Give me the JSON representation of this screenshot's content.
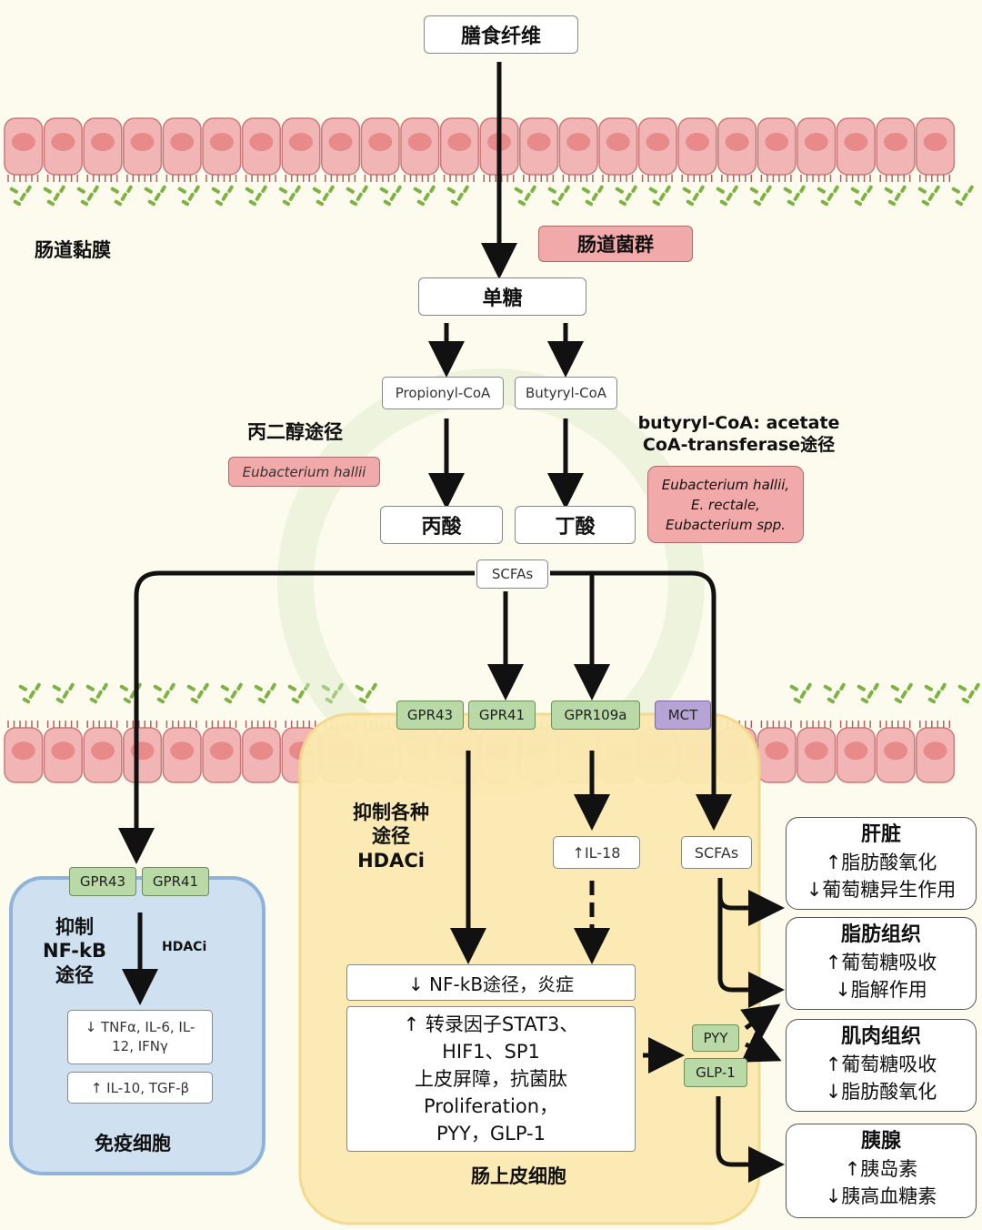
{
  "top": "膳食纤维",
  "mucosa_label": "肠道黏膜",
  "flora_label": "肠道菌群",
  "monosaccharide": "单糖",
  "propionyl": "Propionyl-CoA",
  "butyryl": "Butyryl-CoA",
  "propanediol_path": "丙二醇途径",
  "eubacterium_left": "Eubacterium hallii",
  "butyryl_path_line1": "butyryl-CoA: acetate",
  "butyryl_path_line2": "CoA-transferase途径",
  "bacteria_right": [
    "Eubacterium hallii,",
    "E. rectale,",
    "Eubacterium spp."
  ],
  "propionic_acid": "丙酸",
  "butyric_acid": "丁酸",
  "scfas_top": "SCFAs",
  "receptors": {
    "gpr43": "GPR43",
    "gpr41": "GPR41",
    "gpr109a": "GPR109a",
    "mct": "MCT"
  },
  "epithelial": {
    "inhibit_line1": "抑制各种",
    "inhibit_line2": "途径",
    "inhibit_line3": "HDACi",
    "il18": "↑IL-18",
    "scfas": "SCFAs",
    "nfkb": "↓ NF-kB途径，炎症",
    "result_lines": [
      "↑ 转录因子STAT3、",
      "HIF1、SP1",
      "上皮屏障，抗菌肽",
      "Proliferation，",
      "PYY，GLP-1"
    ],
    "pyy": "PYY",
    "glp1": "GLP-1",
    "label": "肠上皮细胞"
  },
  "immune": {
    "gpr43": "GPR43",
    "gpr41": "GPR41",
    "inhibit_line1": "抑制",
    "inhibit_line2": "NF-kB",
    "inhibit_line3": "途径",
    "hdaci": "HDACi",
    "down": "↓  TNFα, IL-6, IL-12, IFNγ",
    "up": "↑  IL-10, TGF-β",
    "label": "免疫细胞"
  },
  "organs": [
    {
      "name": "肝脏",
      "line1": "↑脂肪酸氧化",
      "line2": "↓葡萄糖异生作用"
    },
    {
      "name": "脂肪组织",
      "line1": "↑葡萄糖吸收",
      "line2": "↓脂解作用"
    },
    {
      "name": "肌肉组织",
      "line1": "↑葡萄糖吸收",
      "line2": "↓脂肪酸氧化"
    },
    {
      "name": "胰腺",
      "line1": "↑胰岛素",
      "line2": "↓胰高血糖素"
    }
  ],
  "colors": {
    "arrow": "#111111",
    "cell_fill": "#f2b5b5",
    "nucleus": "#e88a8a",
    "bacteria": "#7cb342",
    "epithelial_bg": "#fbeab0",
    "immune_bg": "#cfe0f1"
  }
}
